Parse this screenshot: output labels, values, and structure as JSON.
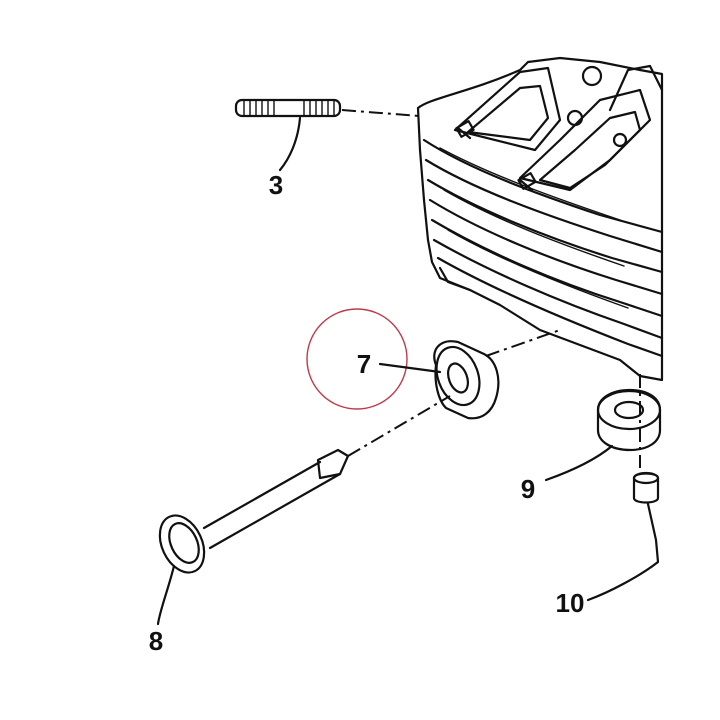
{
  "callouts": {
    "stud": "3",
    "seal": "7",
    "valve": "8",
    "spring_seat": "9",
    "dowel": "10"
  },
  "colors": {
    "line": "#111111",
    "background": "#ffffff",
    "highlight_circle": "#c0394b"
  }
}
